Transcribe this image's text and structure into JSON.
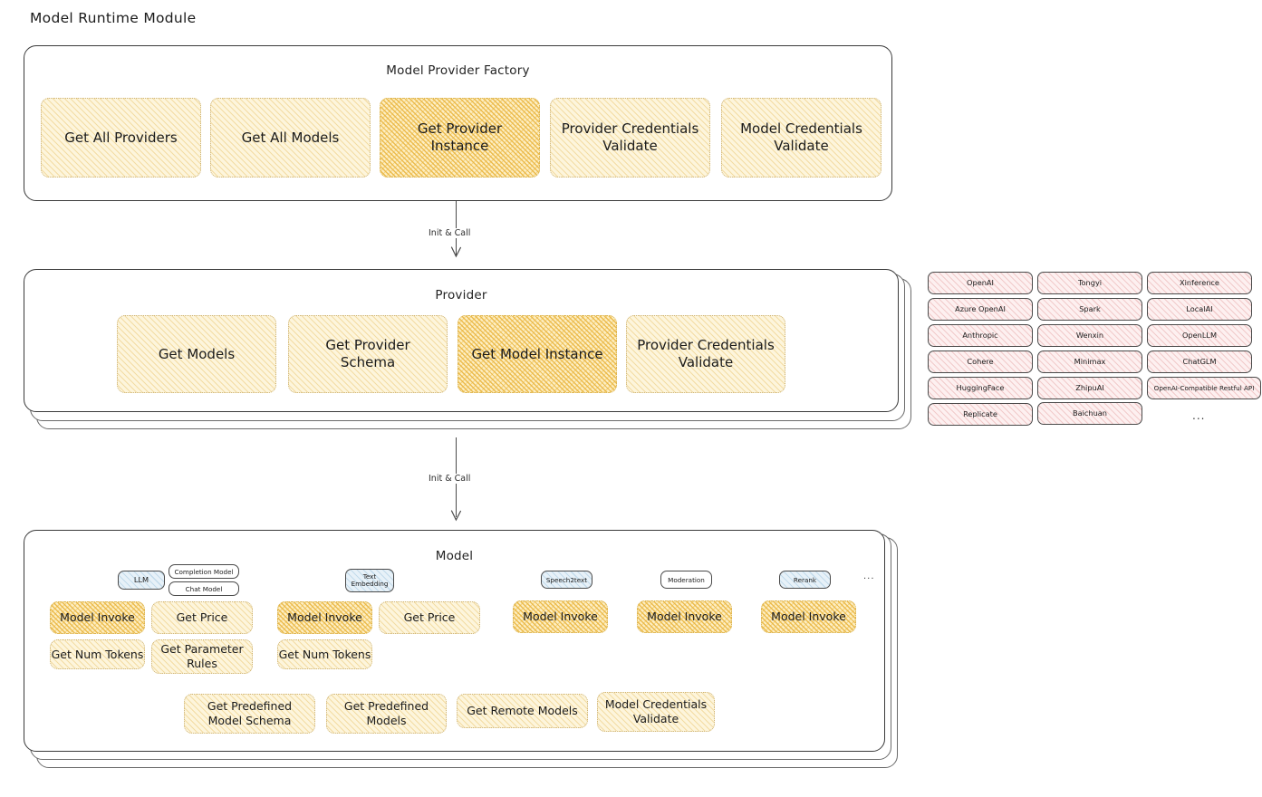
{
  "page": {
    "title": "Model Runtime Module",
    "ellipsis": "..."
  },
  "colors": {
    "node_yellow_fill": "#fdf5dc",
    "node_yellow_highlight_fill": "#fdeec2",
    "node_pink_fill": "#fdf0f0",
    "node_blue_fill": "#e7f1f8",
    "panel_border": "#3a3a3a",
    "text": "#1e1e1e"
  },
  "factory": {
    "title": "Model Provider Factory",
    "nodes": [
      {
        "label": "Get All Providers",
        "highlight": false
      },
      {
        "label": "Get All Models",
        "highlight": false
      },
      {
        "label": "Get Provider Instance",
        "highlight": true
      },
      {
        "label": "Provider Credentials Validate",
        "highlight": false
      },
      {
        "label": "Model Credentials Validate",
        "highlight": false
      }
    ]
  },
  "arrows": [
    {
      "label": "Init & Call"
    },
    {
      "label": "Init & Call"
    }
  ],
  "provider": {
    "title": "Provider",
    "nodes": [
      {
        "label": "Get Models",
        "highlight": false
      },
      {
        "label": "Get Provider Schema",
        "highlight": false
      },
      {
        "label": "Get Model Instance",
        "highlight": true
      },
      {
        "label": "Provider Credentials Validate",
        "highlight": false
      }
    ]
  },
  "provider_list": {
    "columns": [
      [
        "OpenAI",
        "Azure OpenAI",
        "Anthropic",
        "Cohere",
        "HuggingFace",
        "Replicate"
      ],
      [
        "Tongyi",
        "Spark",
        "Wenxin",
        "Minimax",
        "ZhipuAI",
        "Baichuan"
      ],
      [
        "Xinference",
        "LocalAI",
        "OpenLLM",
        "ChatGLM",
        "OpenAI-Compatible Restful API"
      ]
    ],
    "ellipsis": "..."
  },
  "model": {
    "title": "Model",
    "ellipsis": "...",
    "types": [
      {
        "tag": "LLM",
        "tag_style": "blue",
        "subtags": [
          "Completion Model",
          "Chat Model"
        ],
        "nodes": [
          {
            "label": "Model Invoke",
            "highlight": true
          },
          {
            "label": "Get Price",
            "highlight": false
          },
          {
            "label": "Get Num Tokens",
            "highlight": false
          },
          {
            "label": "Get Parameter Rules",
            "highlight": false
          }
        ]
      },
      {
        "tag": "Text Embedding",
        "tag_style": "blue",
        "subtags": [],
        "nodes": [
          {
            "label": "Model Invoke",
            "highlight": true
          },
          {
            "label": "Get Price",
            "highlight": false
          },
          {
            "label": "Get Num Tokens",
            "highlight": false
          }
        ]
      },
      {
        "tag": "Speech2text",
        "tag_style": "blue",
        "subtags": [],
        "nodes": [
          {
            "label": "Model Invoke",
            "highlight": true
          }
        ]
      },
      {
        "tag": "Moderation",
        "tag_style": "white",
        "subtags": [],
        "nodes": [
          {
            "label": "Model Invoke",
            "highlight": true
          }
        ]
      },
      {
        "tag": "Rerank",
        "tag_style": "blue",
        "subtags": [],
        "nodes": [
          {
            "label": "Model Invoke",
            "highlight": true
          }
        ]
      }
    ],
    "shared_nodes": [
      {
        "label": "Get Predefined Model Schema"
      },
      {
        "label": "Get Predefined Models"
      },
      {
        "label": "Get Remote Models"
      },
      {
        "label": "Model Credentials Validate"
      }
    ]
  }
}
